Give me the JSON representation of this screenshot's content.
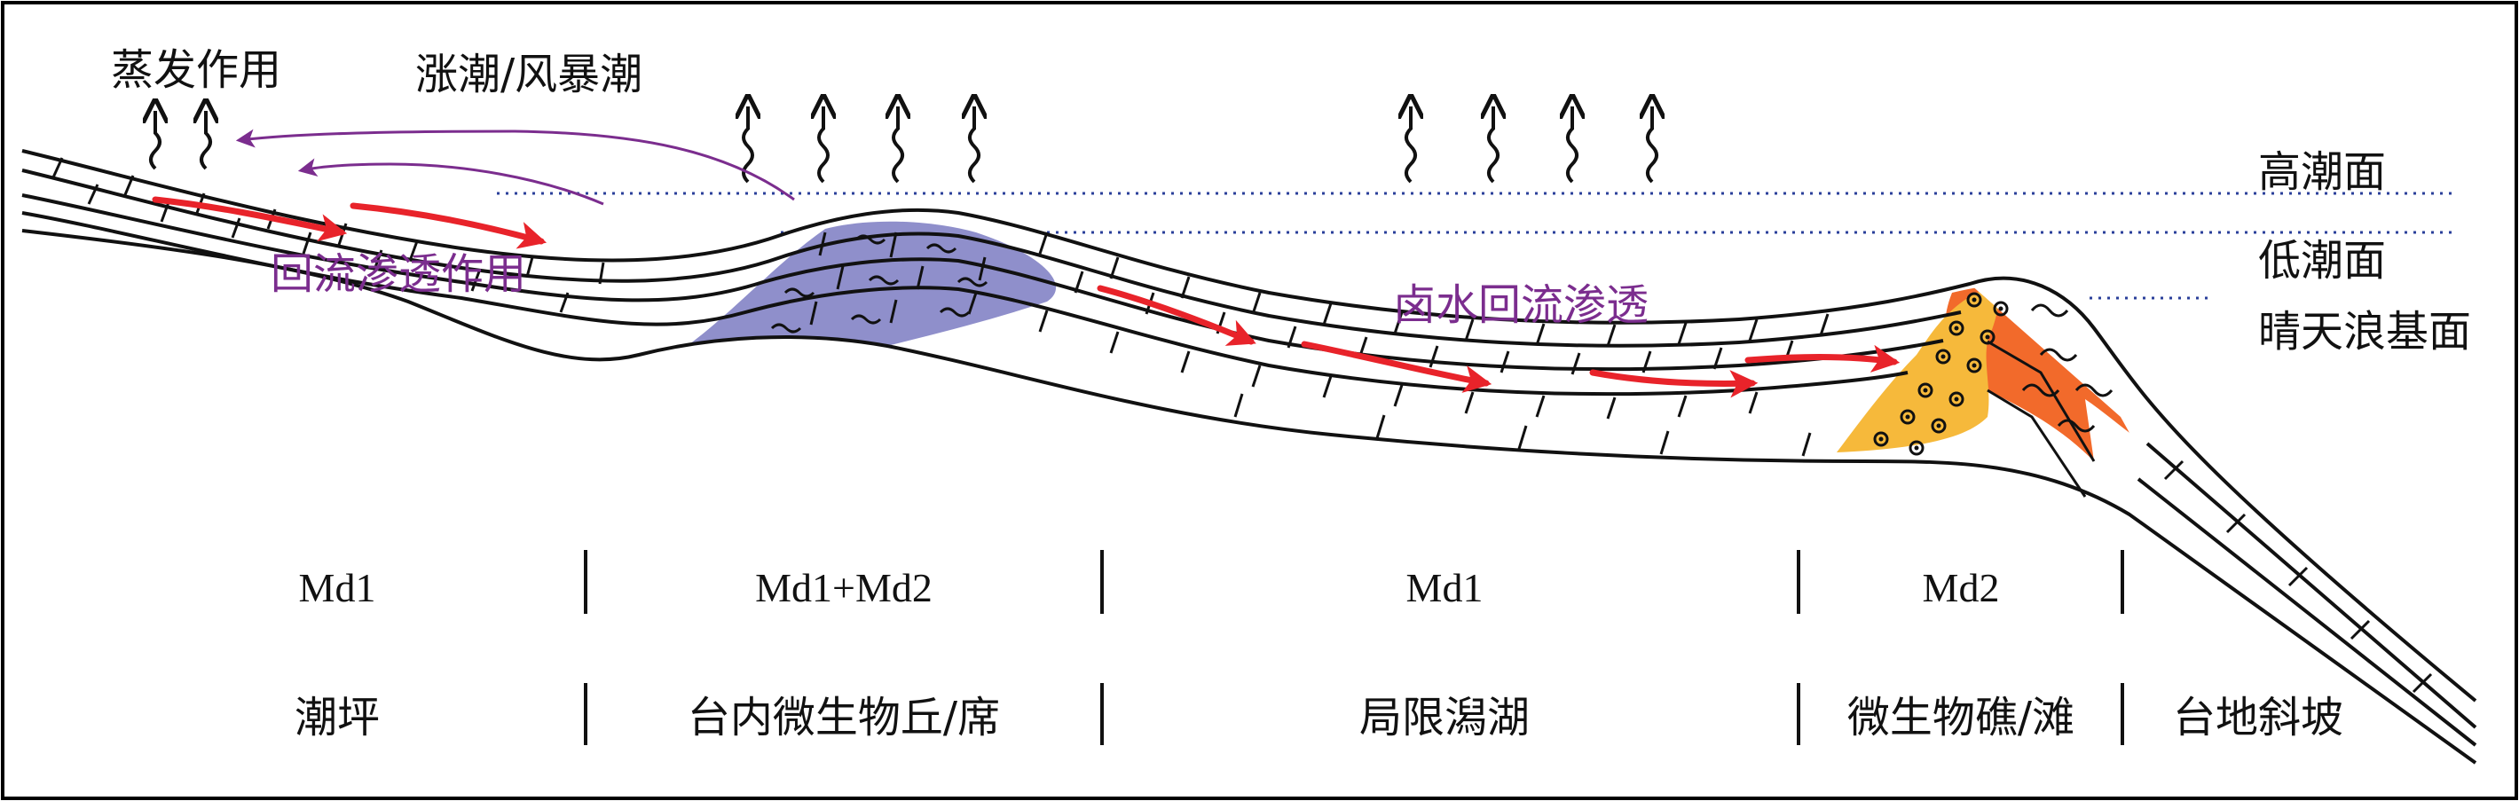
{
  "processes": {
    "evaporation": "蒸发作用",
    "storm_tide": "涨潮/风暴潮",
    "reflux_seepage": "回流渗透作用",
    "brine_reflux": "卤水回流渗透"
  },
  "water_levels": {
    "high_tide": "高潮面",
    "low_tide": "低潮面",
    "fair_weather_wave_base": "晴天浪基面"
  },
  "zones": [
    {
      "lithofacies": "Md1",
      "environment": "潮坪"
    },
    {
      "lithofacies": "Md1+Md2",
      "environment": "台内微生物丘/席"
    },
    {
      "lithofacies": "Md1",
      "environment": "局限潟湖"
    },
    {
      "lithofacies": "Md2",
      "environment": "微生物礁/滩"
    },
    {
      "lithofacies": "",
      "environment": "台地斜坡"
    }
  ],
  "colors": {
    "mound": "#8f8fcb",
    "reef_core": "#f26a2b",
    "shoal": "#f6b93b",
    "reflux_arrow": "#e8232a",
    "storm_arrow": "#7b2d8e",
    "water_line": "#2a3f9a"
  }
}
